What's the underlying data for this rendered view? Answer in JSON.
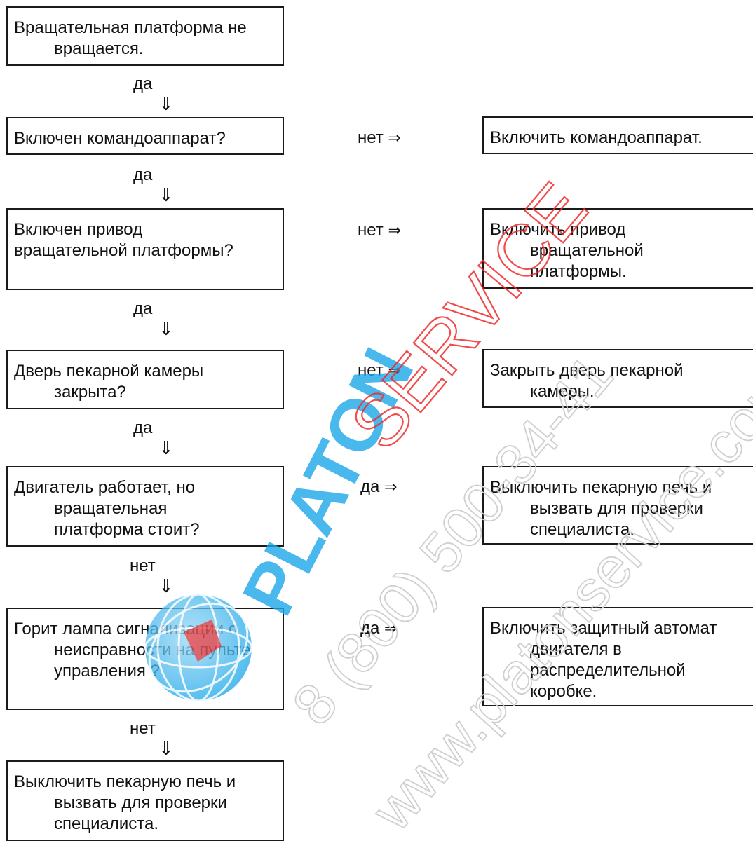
{
  "main_flow": [
    {
      "lines": [
        "Вращательная платформа не",
        "вращается."
      ],
      "indent_from": 1
    },
    {
      "lines": [
        "Включен командоаппарат?"
      ],
      "indent_from": 99
    },
    {
      "lines": [
        "Включен привод",
        "вращательной платформы?"
      ],
      "indent_from": 99
    },
    {
      "lines": [
        "Дверь пекарной камеры",
        "закрыта?"
      ],
      "indent_from": 1
    },
    {
      "lines": [
        "Двигатель работает, но",
        "вращательная",
        "платформа стоит?"
      ],
      "indent_from": 1
    },
    {
      "lines": [
        "Горит лампа сигнализации о",
        "неисправности на пульте",
        "управления ?"
      ],
      "indent_from": 1
    },
    {
      "lines": [
        "Выключить пекарную печь и",
        "вызвать для проверки",
        "специалиста."
      ],
      "indent_from": 1
    }
  ],
  "down_labels": [
    "да",
    "да",
    "да",
    "да",
    "нет",
    "нет"
  ],
  "down_arrow": "⇓",
  "side_branches": [
    {
      "label": "нет",
      "arrow": "⇒",
      "lines": [
        "Включить командоаппарат."
      ],
      "indent_from": 99
    },
    {
      "label": "нет",
      "arrow": "⇒",
      "lines": [
        "Включить привод",
        "вращательной",
        "платформы."
      ],
      "indent_from": 1
    },
    {
      "label": "нет",
      "arrow": "⇒",
      "lines": [
        "Закрыть дверь пекарной",
        "камеры."
      ],
      "indent_from": 1
    },
    {
      "label": "да",
      "arrow": "⇒",
      "lines": [
        "Выключить пекарную печь и",
        "вызвать для проверки",
        "специалиста."
      ],
      "indent_from": 1
    },
    {
      "label": "да",
      "arrow": "⇒",
      "lines": [
        "Включить защитный автомат",
        "двигателя в",
        "распределительной",
        "коробке."
      ],
      "indent_from": 1
    }
  ],
  "watermark": {
    "brand_left": "PLATON",
    "brand_right": "SERVICE",
    "phone": "8 (800) 500-34-41",
    "site": "www.platonservice.com",
    "colors": {
      "blue": "#1aa6e8",
      "red": "#ef2b2b",
      "gray": "#d4d4d4"
    }
  }
}
